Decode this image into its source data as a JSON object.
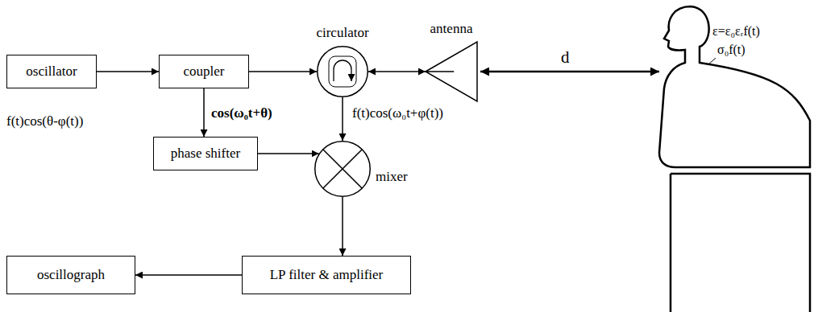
{
  "diagram": {
    "nodes": [
      {
        "text": [
          "oscillator"
        ]
      },
      {
        "text": [
          "coupler"
        ]
      },
      {
        "text": [
          "circulator"
        ]
      },
      {
        "text": [
          "antenna"
        ]
      },
      {
        "text": [
          "phase shifter"
        ]
      },
      {
        "text": [
          "mixer"
        ]
      },
      {
        "text": [
          "LP filter & amplifier"
        ]
      },
      {
        "text": [
          "oscillograph"
        ]
      }
    ],
    "edges": [
      {
        "from": 0,
        "to": 1,
        "arrow": "to"
      },
      {
        "from": 1,
        "to": 2,
        "arrow": "to"
      },
      {
        "from": 2,
        "to": 3,
        "arrow": "both"
      },
      {
        "from": 1,
        "to": 4,
        "label": "cos(ω₀t+θ)",
        "arrow": "to"
      },
      {
        "from": 4,
        "to": 5,
        "arrow": "to"
      },
      {
        "from": 2,
        "to": 5,
        "label": "f(t)cos(ω₀t+φ(t))",
        "arrow": "to"
      },
      {
        "from": 5,
        "to": 6,
        "arrow": "to"
      },
      {
        "from": 6,
        "to": 7,
        "arrow": "to"
      }
    ],
    "labels": [
      "f(t)cos(θ-φ(t))",
      "d",
      "ε=ε₀εᵣf(t)",
      "σ₀f(t)"
    ]
  }
}
